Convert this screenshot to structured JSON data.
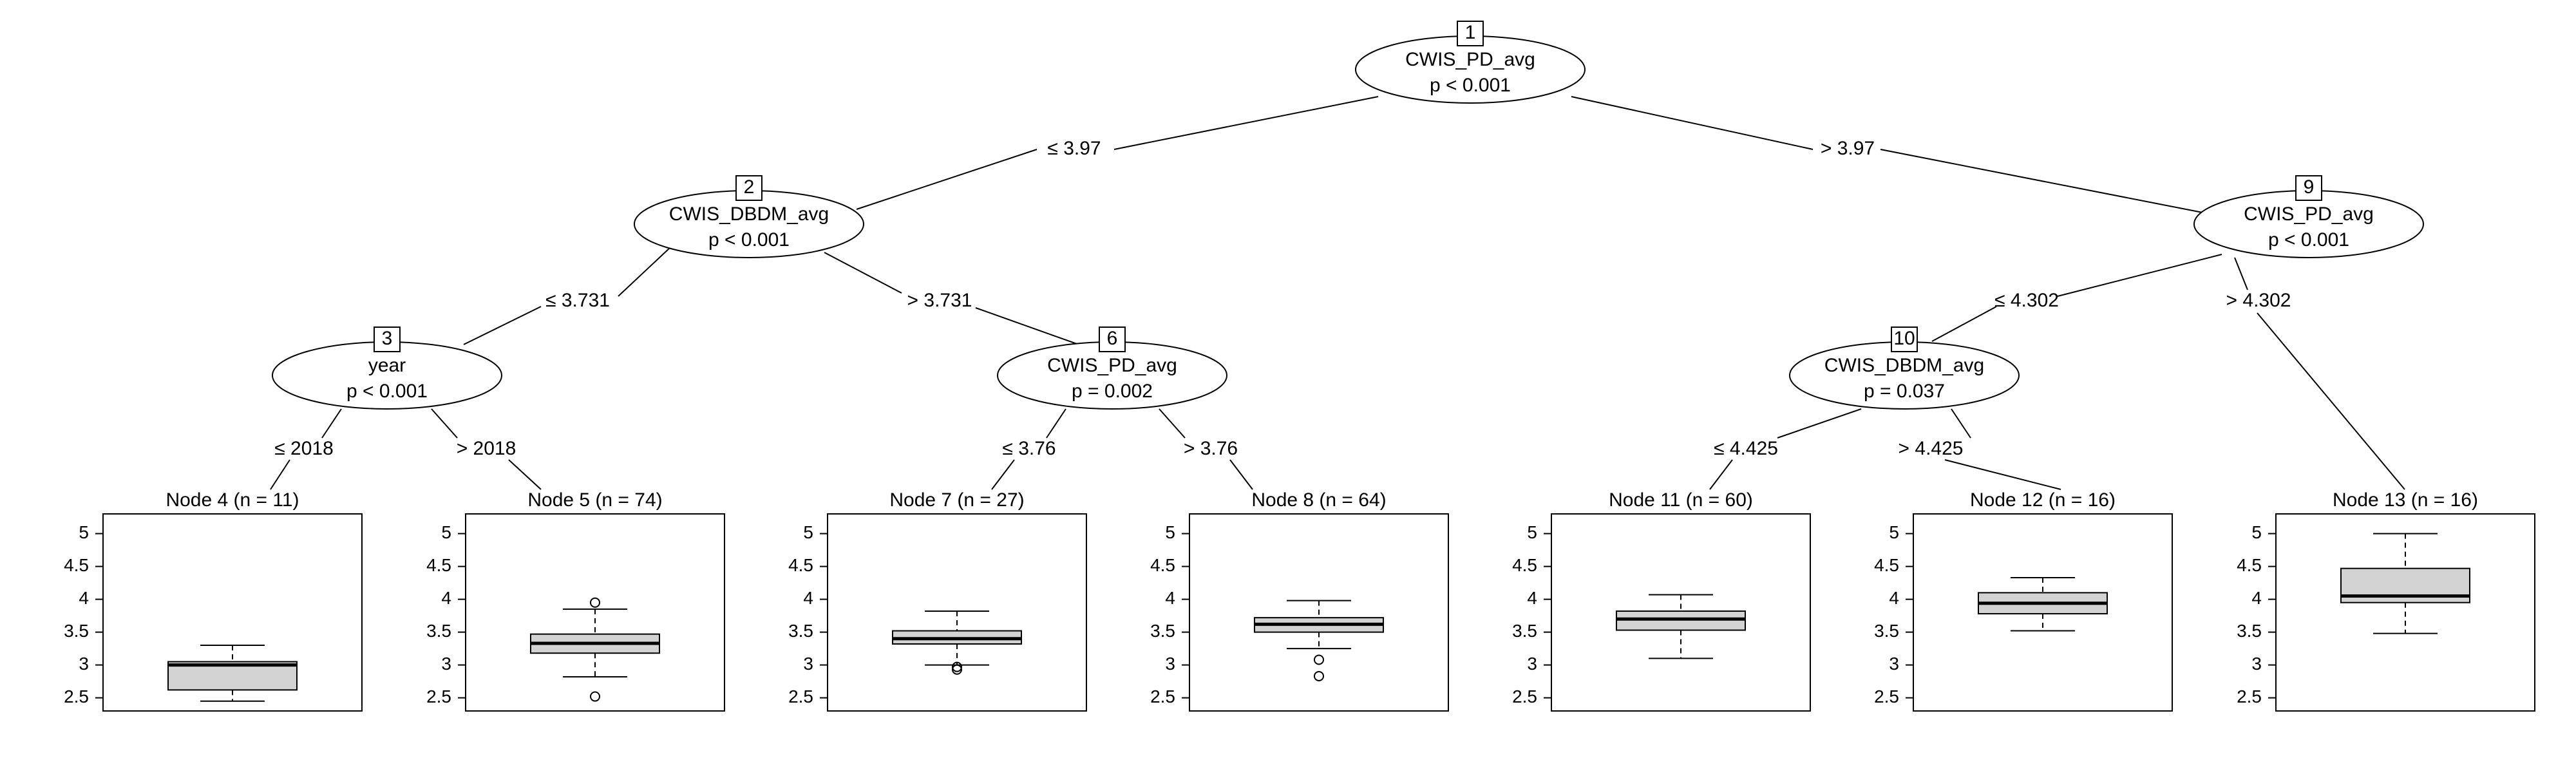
{
  "tree": {
    "nodes": [
      {
        "id": "1",
        "variable": "CWIS_PD_avg",
        "pvalue": "p < 0.001"
      },
      {
        "id": "2",
        "variable": "CWIS_DBDM_avg",
        "pvalue": "p < 0.001"
      },
      {
        "id": "3",
        "variable": "year",
        "pvalue": "p < 0.001"
      },
      {
        "id": "6",
        "variable": "CWIS_PD_avg",
        "pvalue": "p = 0.002"
      },
      {
        "id": "9",
        "variable": "CWIS_PD_avg",
        "pvalue": "p < 0.001"
      },
      {
        "id": "10",
        "variable": "CWIS_DBDM_avg",
        "pvalue": "p = 0.037"
      }
    ],
    "edges": [
      {
        "from": "1",
        "to": "2",
        "label": "≤ 3.97"
      },
      {
        "from": "1",
        "to": "9",
        "label": "> 3.97"
      },
      {
        "from": "2",
        "to": "3",
        "label": "≤ 3.731"
      },
      {
        "from": "2",
        "to": "6",
        "label": "> 3.731"
      },
      {
        "from": "3",
        "to": "4",
        "label": "≤ 2018"
      },
      {
        "from": "3",
        "to": "5",
        "label": "> 2018"
      },
      {
        "from": "6",
        "to": "7",
        "label": "≤ 3.76"
      },
      {
        "from": "6",
        "to": "8",
        "label": "> 3.76"
      },
      {
        "from": "9",
        "to": "10",
        "label": "≤ 4.302"
      },
      {
        "from": "9",
        "to": "13",
        "label": "> 4.302"
      },
      {
        "from": "10",
        "to": "11",
        "label": "≤ 4.425"
      },
      {
        "from": "10",
        "to": "12",
        "label": "> 4.425"
      }
    ],
    "leaves": [
      {
        "id": "4",
        "title": "Node 4 (n = 11)",
        "min": 2.45,
        "q1": 2.62,
        "median": 3.0,
        "q3": 3.05,
        "max": 3.3,
        "outliers": []
      },
      {
        "id": "5",
        "title": "Node 5 (n = 74)",
        "min": 2.82,
        "q1": 3.18,
        "median": 3.33,
        "q3": 3.47,
        "max": 3.85,
        "outliers": [
          3.95,
          2.52
        ]
      },
      {
        "id": "7",
        "title": "Node 7 (n = 27)",
        "min": 3.0,
        "q1": 3.32,
        "median": 3.4,
        "q3": 3.52,
        "max": 3.82,
        "outliers": [
          2.93,
          2.97
        ]
      },
      {
        "id": "8",
        "title": "Node 8 (n = 64)",
        "min": 3.25,
        "q1": 3.5,
        "median": 3.62,
        "q3": 3.72,
        "max": 3.98,
        "outliers": [
          3.08,
          2.83
        ]
      },
      {
        "id": "11",
        "title": "Node 11 (n = 60)",
        "min": 3.1,
        "q1": 3.53,
        "median": 3.7,
        "q3": 3.82,
        "max": 4.07,
        "outliers": []
      },
      {
        "id": "12",
        "title": "Node 12 (n = 16)",
        "min": 3.52,
        "q1": 3.78,
        "median": 3.94,
        "q3": 4.1,
        "max": 4.33,
        "outliers": []
      },
      {
        "id": "13",
        "title": "Node 13 (n = 16)",
        "min": 3.48,
        "q1": 3.95,
        "median": 4.05,
        "q3": 4.47,
        "max": 5.0,
        "outliers": []
      }
    ],
    "yaxis": {
      "ticks": [
        "2.5",
        "3",
        "3.5",
        "4",
        "4.5",
        "5"
      ],
      "min": 2.3,
      "max": 5.3
    }
  },
  "colors": {
    "line": "#000000",
    "box": "#d3d3d3",
    "background": "#ffffff"
  }
}
